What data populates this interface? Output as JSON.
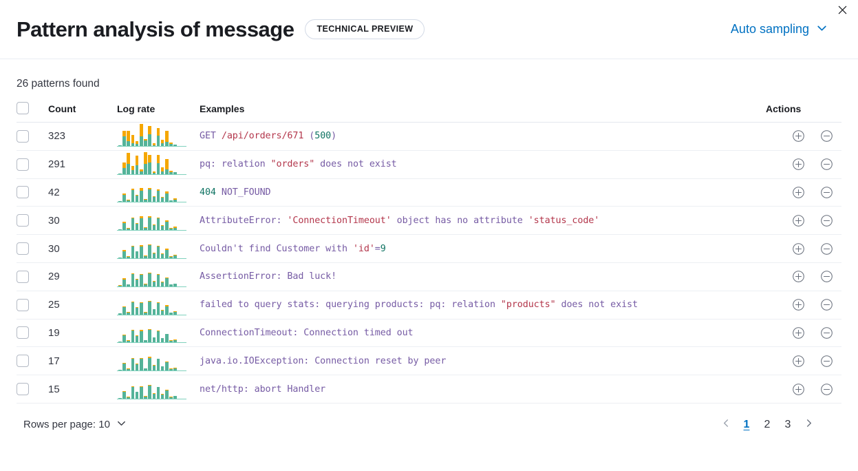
{
  "header": {
    "title": "Pattern analysis of message",
    "badge": "TECHNICAL PREVIEW",
    "sampling_label": "Auto sampling",
    "chevron_icon": "chevron-down-icon",
    "close_icon": "close-icon",
    "accent_color": "#0071c2"
  },
  "summary": {
    "patterns_found": "26 patterns found"
  },
  "table": {
    "columns": [
      "",
      "Count",
      "Log rate",
      "Examples",
      "Actions"
    ],
    "headers": {
      "count": "Count",
      "log_rate": "Log rate",
      "examples": "Examples",
      "actions": "Actions"
    },
    "row_actions": {
      "add_icon": "plus-circle-icon",
      "remove_icon": "minus-circle-icon"
    },
    "rows": [
      {
        "count": "323",
        "message": "GET /api/orders/671 (500)",
        "segments": [
          {
            "t": "GET ",
            "c": "plain"
          },
          {
            "t": "/api/orders/671",
            "c": "str"
          },
          {
            "t": " (",
            "c": "plain"
          },
          {
            "t": "500",
            "c": "num"
          },
          {
            "t": ")",
            "c": "plain"
          }
        ],
        "spark": [
          [
            0,
            4
          ],
          [
            26,
            48
          ],
          [
            52,
            22
          ],
          [
            42,
            12
          ],
          [
            12,
            10
          ],
          [
            60,
            48
          ],
          [
            8,
            26
          ],
          [
            40,
            58
          ],
          [
            10,
            4
          ],
          [
            38,
            50
          ],
          [
            18,
            12
          ],
          [
            52,
            20
          ],
          [
            8,
            10
          ],
          [
            0,
            8
          ]
        ]
      },
      {
        "count": "291",
        "message": "pq: relation \"orders\" does not exist",
        "segments": [
          {
            "t": "pq: relation ",
            "c": "plain"
          },
          {
            "t": "\"orders\"",
            "c": "str"
          },
          {
            "t": " does not exist",
            "c": "plain"
          }
        ],
        "spark": [
          [
            0,
            4
          ],
          [
            26,
            30
          ],
          [
            52,
            50
          ],
          [
            20,
            20
          ],
          [
            44,
            44
          ],
          [
            10,
            12
          ],
          [
            58,
            48
          ],
          [
            36,
            56
          ],
          [
            8,
            6
          ],
          [
            42,
            52
          ],
          [
            20,
            14
          ],
          [
            48,
            24
          ],
          [
            8,
            8
          ],
          [
            0,
            8
          ]
        ]
      },
      {
        "count": "42",
        "message": "404 NOT_FOUND",
        "segments": [
          {
            "t": "404",
            "c": "num"
          },
          {
            "t": " NOT_FOUND",
            "c": "plain"
          }
        ],
        "spark": [
          [
            0,
            4
          ],
          [
            8,
            34
          ],
          [
            4,
            8
          ],
          [
            6,
            58
          ],
          [
            4,
            32
          ],
          [
            14,
            56
          ],
          [
            4,
            10
          ],
          [
            8,
            62
          ],
          [
            4,
            24
          ],
          [
            6,
            56
          ],
          [
            4,
            20
          ],
          [
            10,
            40
          ],
          [
            2,
            8
          ],
          [
            6,
            12
          ]
        ]
      },
      {
        "count": "30",
        "message": "AttributeError: 'ConnectionTimeout' object has no attribute 'status_code'",
        "segments": [
          {
            "t": "AttributeError: ",
            "c": "plain"
          },
          {
            "t": "'ConnectionTimeout'",
            "c": "str"
          },
          {
            "t": " object has no attribute ",
            "c": "plain"
          },
          {
            "t": "'status_code'",
            "c": "str"
          }
        ],
        "spark": [
          [
            0,
            4
          ],
          [
            6,
            34
          ],
          [
            3,
            8
          ],
          [
            4,
            58
          ],
          [
            3,
            32
          ],
          [
            10,
            56
          ],
          [
            3,
            10
          ],
          [
            6,
            62
          ],
          [
            3,
            24
          ],
          [
            5,
            56
          ],
          [
            3,
            20
          ],
          [
            8,
            40
          ],
          [
            2,
            8
          ],
          [
            5,
            12
          ]
        ]
      },
      {
        "count": "30",
        "message": "Couldn't find Customer with 'id'=9",
        "segments": [
          {
            "t": "Couldn't find Customer with ",
            "c": "plain"
          },
          {
            "t": "'id'",
            "c": "str"
          },
          {
            "t": "=",
            "c": "plain"
          },
          {
            "t": "9",
            "c": "num"
          }
        ],
        "spark": [
          [
            0,
            4
          ],
          [
            5,
            34
          ],
          [
            3,
            8
          ],
          [
            4,
            58
          ],
          [
            3,
            32
          ],
          [
            8,
            56
          ],
          [
            3,
            10
          ],
          [
            5,
            62
          ],
          [
            3,
            24
          ],
          [
            4,
            56
          ],
          [
            3,
            20
          ],
          [
            6,
            40
          ],
          [
            2,
            8
          ],
          [
            4,
            12
          ]
        ]
      },
      {
        "count": "29",
        "message": "AssertionError: Bad luck!",
        "segments": [
          {
            "t": "AssertionError: Bad luck!",
            "c": "plain"
          }
        ],
        "spark": [
          [
            3,
            4
          ],
          [
            6,
            34
          ],
          [
            3,
            8
          ],
          [
            5,
            58
          ],
          [
            4,
            32
          ],
          [
            3,
            56
          ],
          [
            2,
            10
          ],
          [
            5,
            62
          ],
          [
            2,
            24
          ],
          [
            3,
            56
          ],
          [
            2,
            20
          ],
          [
            4,
            40
          ],
          [
            3,
            8
          ],
          [
            2,
            12
          ]
        ]
      },
      {
        "count": "25",
        "message": "failed to query stats: querying products: pq: relation \"products\" does not exist",
        "segments": [
          {
            "t": "failed to query stats: querying products: pq: relation ",
            "c": "plain"
          },
          {
            "t": "\"products\"",
            "c": "str"
          },
          {
            "t": " does not exist",
            "c": "plain"
          }
        ],
        "spark": [
          [
            0,
            4
          ],
          [
            5,
            34
          ],
          [
            3,
            8
          ],
          [
            4,
            58
          ],
          [
            3,
            32
          ],
          [
            4,
            56
          ],
          [
            2,
            10
          ],
          [
            4,
            62
          ],
          [
            2,
            24
          ],
          [
            3,
            56
          ],
          [
            2,
            20
          ],
          [
            4,
            40
          ],
          [
            2,
            8
          ],
          [
            3,
            12
          ]
        ]
      },
      {
        "count": "19",
        "message": "ConnectionTimeout: Connection timed out",
        "segments": [
          {
            "t": "ConnectionTimeout: Connection timed out",
            "c": "plain"
          }
        ],
        "spark": [
          [
            0,
            4
          ],
          [
            4,
            34
          ],
          [
            2,
            8
          ],
          [
            4,
            58
          ],
          [
            3,
            32
          ],
          [
            4,
            56
          ],
          [
            2,
            10
          ],
          [
            4,
            62
          ],
          [
            2,
            24
          ],
          [
            3,
            56
          ],
          [
            2,
            20
          ],
          [
            3,
            40
          ],
          [
            2,
            8
          ],
          [
            3,
            12
          ]
        ]
      },
      {
        "count": "17",
        "message": "java.io.IOException: Connection reset by peer",
        "segments": [
          {
            "t": "java.io.IOException: Connection reset by peer",
            "c": "plain"
          }
        ],
        "spark": [
          [
            0,
            4
          ],
          [
            4,
            34
          ],
          [
            2,
            8
          ],
          [
            4,
            58
          ],
          [
            2,
            32
          ],
          [
            4,
            56
          ],
          [
            2,
            10
          ],
          [
            4,
            62
          ],
          [
            2,
            24
          ],
          [
            2,
            56
          ],
          [
            2,
            20
          ],
          [
            3,
            40
          ],
          [
            2,
            8
          ],
          [
            3,
            12
          ]
        ]
      },
      {
        "count": "15",
        "message": "net/http: abort Handler",
        "segments": [
          {
            "t": "net/http: abort Handler",
            "c": "plain"
          }
        ],
        "spark": [
          [
            0,
            4
          ],
          [
            4,
            34
          ],
          [
            2,
            8
          ],
          [
            3,
            58
          ],
          [
            2,
            32
          ],
          [
            4,
            56
          ],
          [
            2,
            10
          ],
          [
            4,
            62
          ],
          [
            2,
            24
          ],
          [
            2,
            56
          ],
          [
            2,
            20
          ],
          [
            3,
            40
          ],
          [
            2,
            8
          ],
          [
            3,
            12
          ]
        ]
      }
    ]
  },
  "footer": {
    "rows_per_page": "Rows per page: 10",
    "rows_chevron_icon": "chevron-down-icon",
    "prev_icon": "chevron-left-icon",
    "next_icon": "chevron-right-icon",
    "pages": [
      "1",
      "2",
      "3"
    ],
    "active_page": "1"
  }
}
